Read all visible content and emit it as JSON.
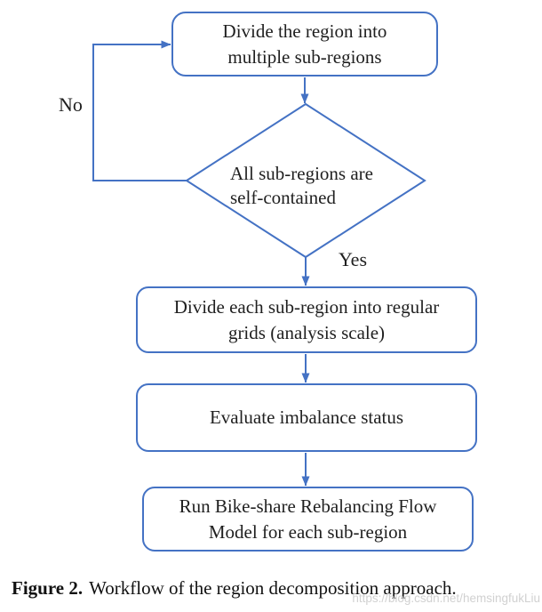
{
  "theme": {
    "accent": "#4472C4",
    "text": "#1f1f1f",
    "watermark_color": "#c9c9c9"
  },
  "flowchart": {
    "nodes": {
      "divide_region": {
        "label": "Divide the region into multiple sub-regions"
      },
      "decision": {
        "label": "All sub-regions are self-contained"
      },
      "divide_grids": {
        "label": "Divide each sub-region into regular grids (analysis scale)"
      },
      "evaluate": {
        "label": "Evaluate imbalance status"
      },
      "run_model": {
        "label": "Run Bike-share Rebalancing Flow Model for each sub-region"
      }
    },
    "edge_labels": {
      "no": "No",
      "yes": "Yes"
    }
  },
  "caption": {
    "label": "Figure 2.",
    "text": "Workflow of the region decomposition approach."
  },
  "watermark": {
    "url": "https://blog.csdn.net/hemsingfukLiu"
  }
}
